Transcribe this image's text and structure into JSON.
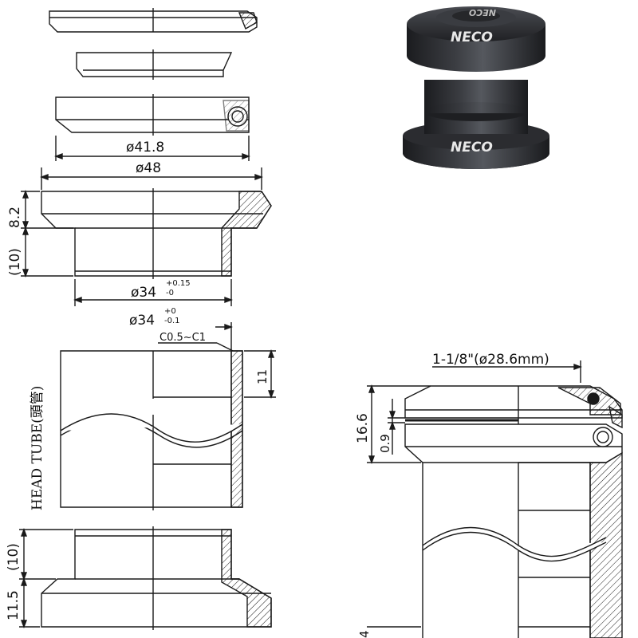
{
  "brand": {
    "logo_text": "NECO"
  },
  "exploded_view": {
    "dimensions": {
      "bearing_od": "ø41.8",
      "cup_od": "ø48",
      "cup_height": "8.2",
      "insert_depth": "(10)",
      "insert_od_main": "ø34",
      "insert_od_tol_upper": "+0.15",
      "insert_od_tol_lower": "-0",
      "tube_id_main": "ø34",
      "tube_id_tol_upper": "+0",
      "tube_id_tol_lower": "-0.1",
      "chamfer": "C0.5~C1",
      "chamfer_depth": "11"
    },
    "head_tube_label": "HEAD TUBE(頭管)",
    "lower_cup": {
      "insert_depth": "(10)",
      "cup_height": "11.5"
    }
  },
  "assembled_view": {
    "steerer_size": "1-1/8\"(ø28.6mm)",
    "stack_height": "16.6",
    "gap": "0.9",
    "bottom_fragment": "4"
  },
  "colors": {
    "line": "#1a1a1a",
    "photo_body": "#2a2b2e",
    "photo_highlight": "#6b6d72",
    "logo_white": "#e8e8e8"
  }
}
